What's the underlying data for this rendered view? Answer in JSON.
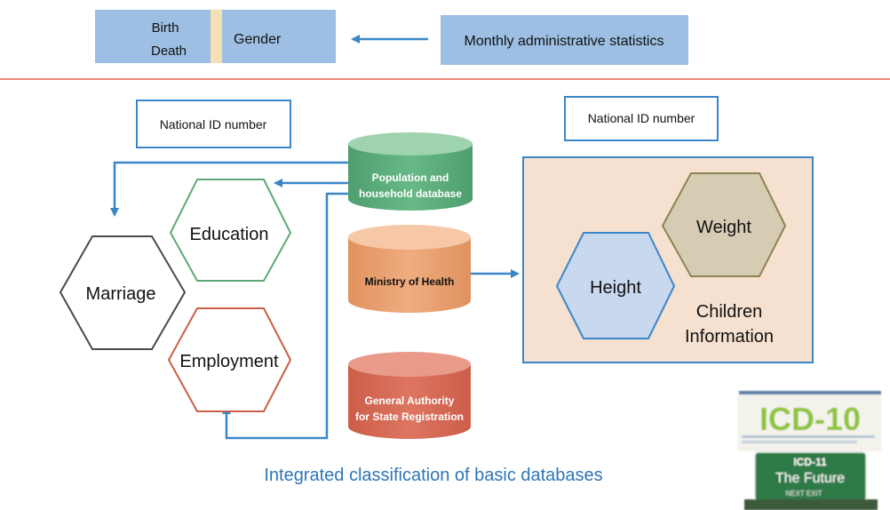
{
  "top_bar": {
    "birth": "Birth",
    "death": "Death",
    "gender": "Gender",
    "monthly": "Monthly administrative statistics"
  },
  "id_labels": {
    "left": "National ID number",
    "right": "National ID number"
  },
  "databases": {
    "population_line1": "Population and",
    "population_line2": "household database",
    "ministry": "Ministry of Health",
    "general_line1": "General Authority",
    "general_line2": "for State Registration"
  },
  "hexagons": {
    "education": "Education",
    "marriage": "Marriage",
    "employment": "Employment",
    "height": "Height",
    "weight": "Weight"
  },
  "children_info": {
    "line1": "Children",
    "line2": "Information"
  },
  "caption": "Integrated classification of basic databases",
  "badge": {
    "icd10": "ICD-10",
    "icd11": "ICD-11",
    "future": "The Future",
    "next_exit": "NEXT EXIT"
  },
  "colors": {
    "blue_box": "#9dbfe3",
    "arrow_blue": "#3a87c8",
    "divider": "#e8887a",
    "green_db": "#5aaa7a",
    "orange_db": "#e9a174",
    "red_db": "#d76a55",
    "peach_panel": "#f6e0d0",
    "caption": "#2e75b6"
  }
}
